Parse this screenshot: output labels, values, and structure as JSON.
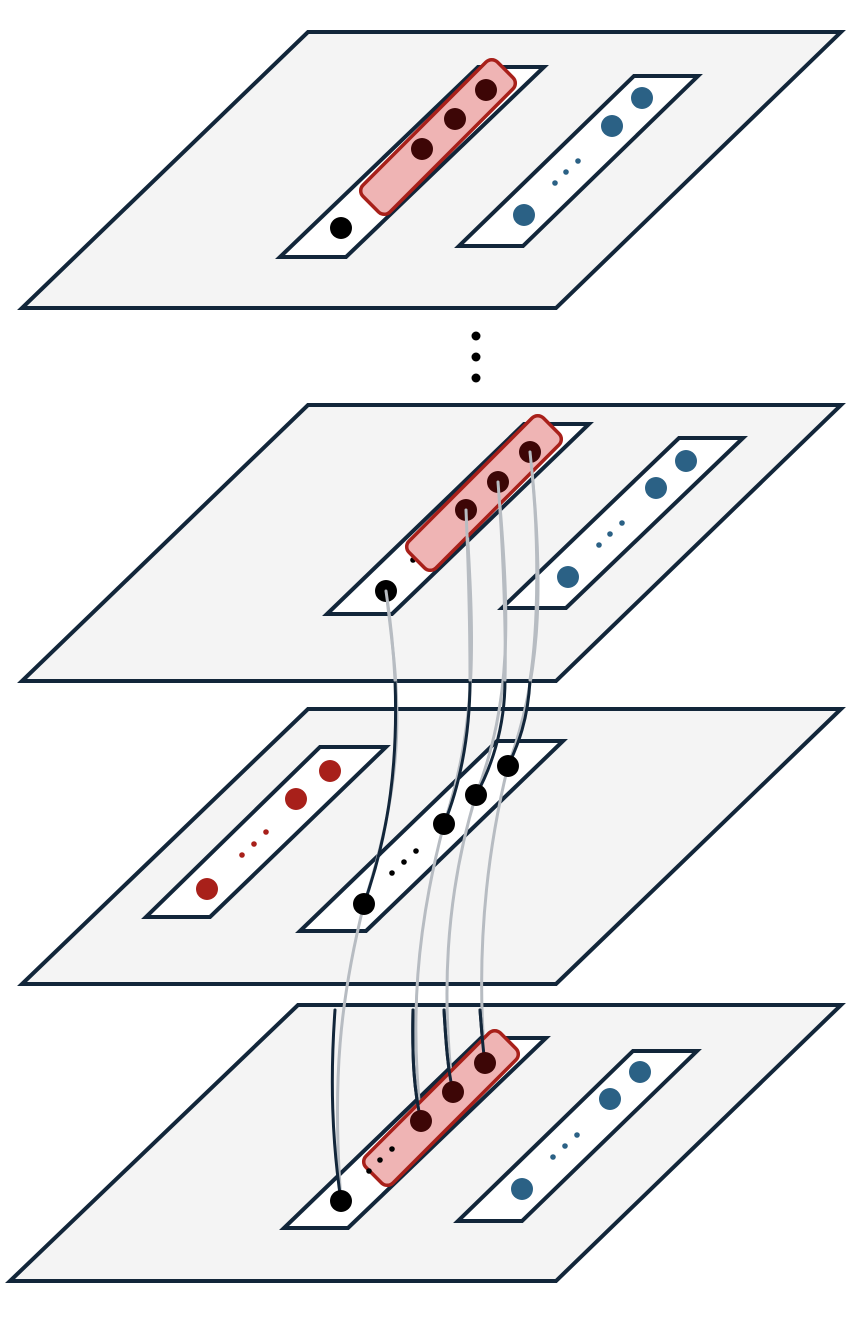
{
  "colors": {
    "plane_fill": "#f4f4f4",
    "plane_stroke": "#12263a",
    "node_black": "#000000",
    "node_dark_red": "#3d0606",
    "node_red": "#a8201a",
    "node_blue": "#2b6185",
    "highlight_fill": "#efb4b4",
    "highlight_stroke": "#a8201a",
    "connection_gray": "#b7bcc2",
    "connection_dark": "#12263a"
  },
  "diagram": {
    "layer_count": 4,
    "layers_skipped_between_top_and_second": true,
    "layers": [
      {
        "role": "top",
        "strips": [
          "black-strip-with-red-highlight",
          "blue-strip"
        ]
      },
      {
        "role": "second",
        "strips": [
          "black-strip-with-red-highlight",
          "blue-strip"
        ]
      },
      {
        "role": "middle",
        "strips": [
          "red-strip",
          "black-strip"
        ]
      },
      {
        "role": "bottom",
        "strips": [
          "black-strip-with-red-highlight",
          "blue-strip"
        ]
      }
    ],
    "connections": {
      "second_to_middle": 4,
      "middle_to_bottom": 4
    }
  }
}
